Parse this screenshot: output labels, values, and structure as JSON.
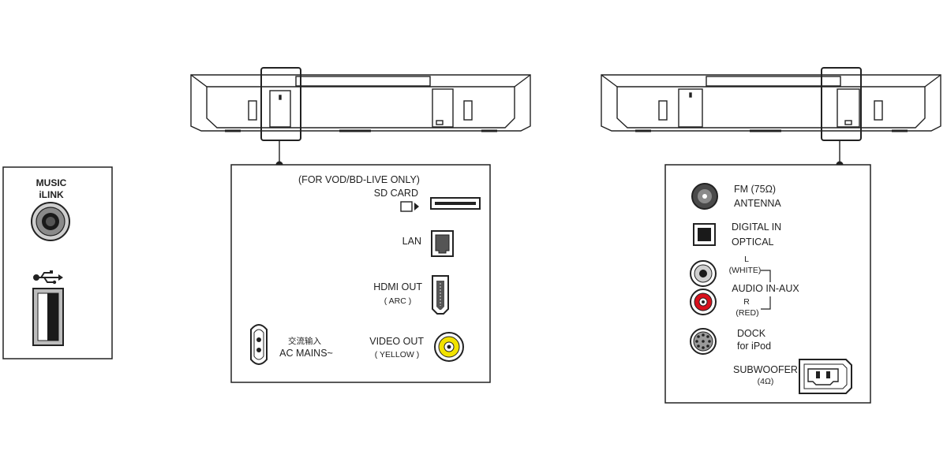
{
  "left_panel": {
    "music_label": "MUSIC",
    "ilink_label": "iLINK"
  },
  "middle_panel": {
    "vod_note": "(FOR VOD/BD-LIVE ONLY)",
    "sd_card": "SD CARD",
    "lan": "LAN",
    "hdmi_out": "HDMI OUT",
    "hdmi_arc": "( ARC )",
    "video_out": "VIDEO OUT",
    "video_yellow": "( YELLOW )",
    "ac_mains_cn": "交流输入",
    "ac_mains": "AC MAINS~"
  },
  "right_panel": {
    "fm": "FM (75Ω)",
    "antenna": "ANTENNA",
    "digital_in": "DIGITAL IN",
    "optical": "OPTICAL",
    "l": "L",
    "white": "(WHITE)",
    "audio_in_aux": "AUDIO IN-AUX",
    "r": "R",
    "red": "(RED)",
    "dock": "DOCK",
    "for_ipod": "for iPod",
    "subwoofer": "SUBWOOFER",
    "ohm4": "(4Ω)"
  },
  "colors": {
    "yellow_jack": "#f2e200",
    "red_jack": "#d8101c",
    "line": "#222222",
    "panel_fill": "#ffffff"
  }
}
